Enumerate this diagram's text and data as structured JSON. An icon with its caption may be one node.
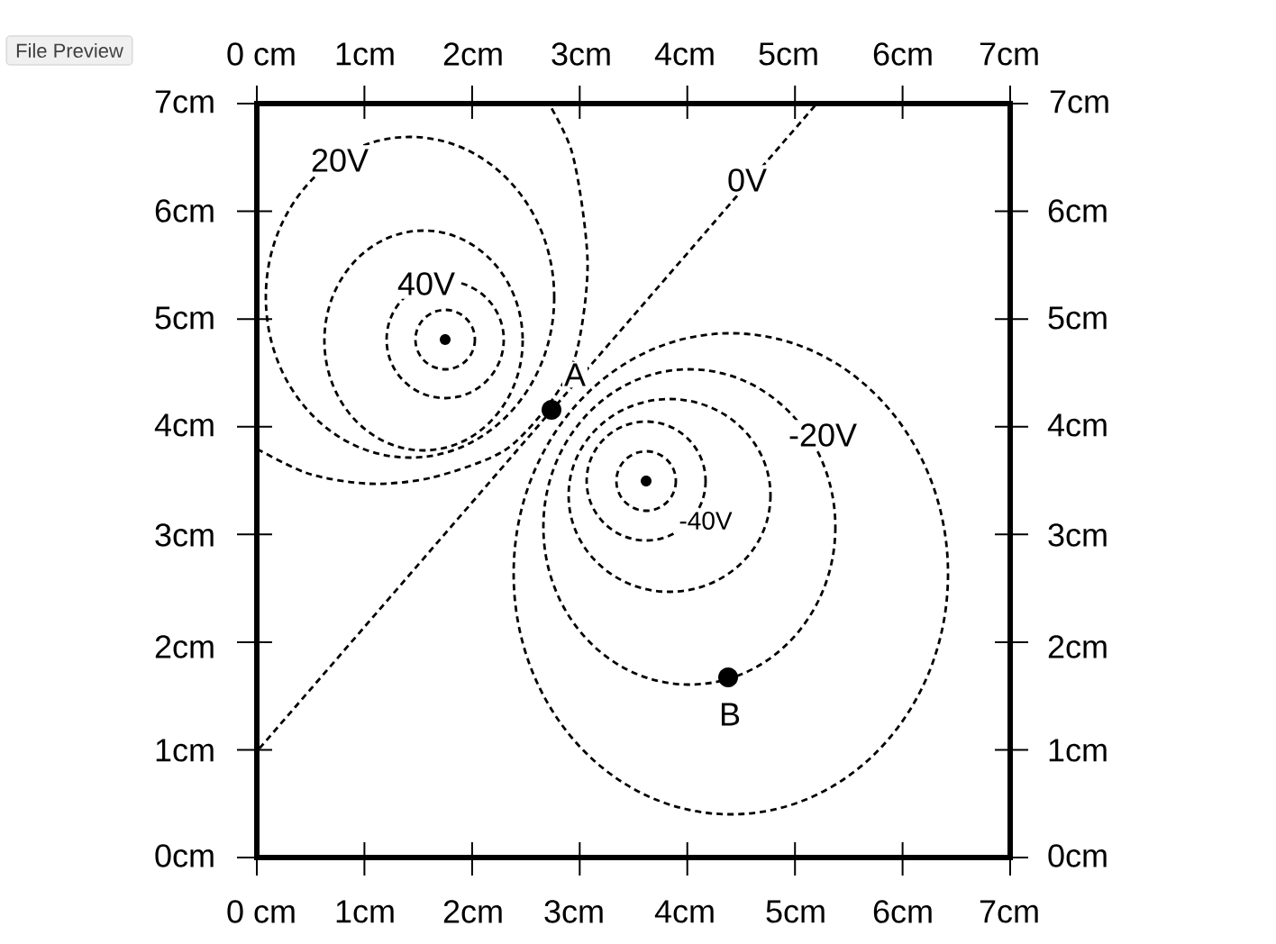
{
  "diagram": {
    "nodes": [
      {
        "text": [],
        "shape": "circle",
        "beside": [
          "A"
        ]
      },
      {
        "text": [],
        "shape": "circle",
        "beside": [
          "B"
        ]
      }
    ],
    "edges": [],
    "labels": [
      "File Preview",
      "0 cm",
      "1cm",
      "2cm",
      "3cm",
      "4cm",
      "5cm",
      "6cm",
      "7cm",
      "7cm",
      "7cm",
      "20V",
      "0V",
      "6cm",
      "6cm",
      "40V",
      "5cm",
      "5cm",
      "4cm",
      "-20V",
      "4cm",
      "-40V",
      "3cm",
      "3cm",
      "2cm",
      "2cm",
      "1cm",
      "1cm",
      "0cm",
      "0cm",
      "0 cm",
      "1cm",
      "2cm",
      "3cm",
      "4cm",
      "5cm",
      "6cm",
      "7cm"
    ]
  }
}
